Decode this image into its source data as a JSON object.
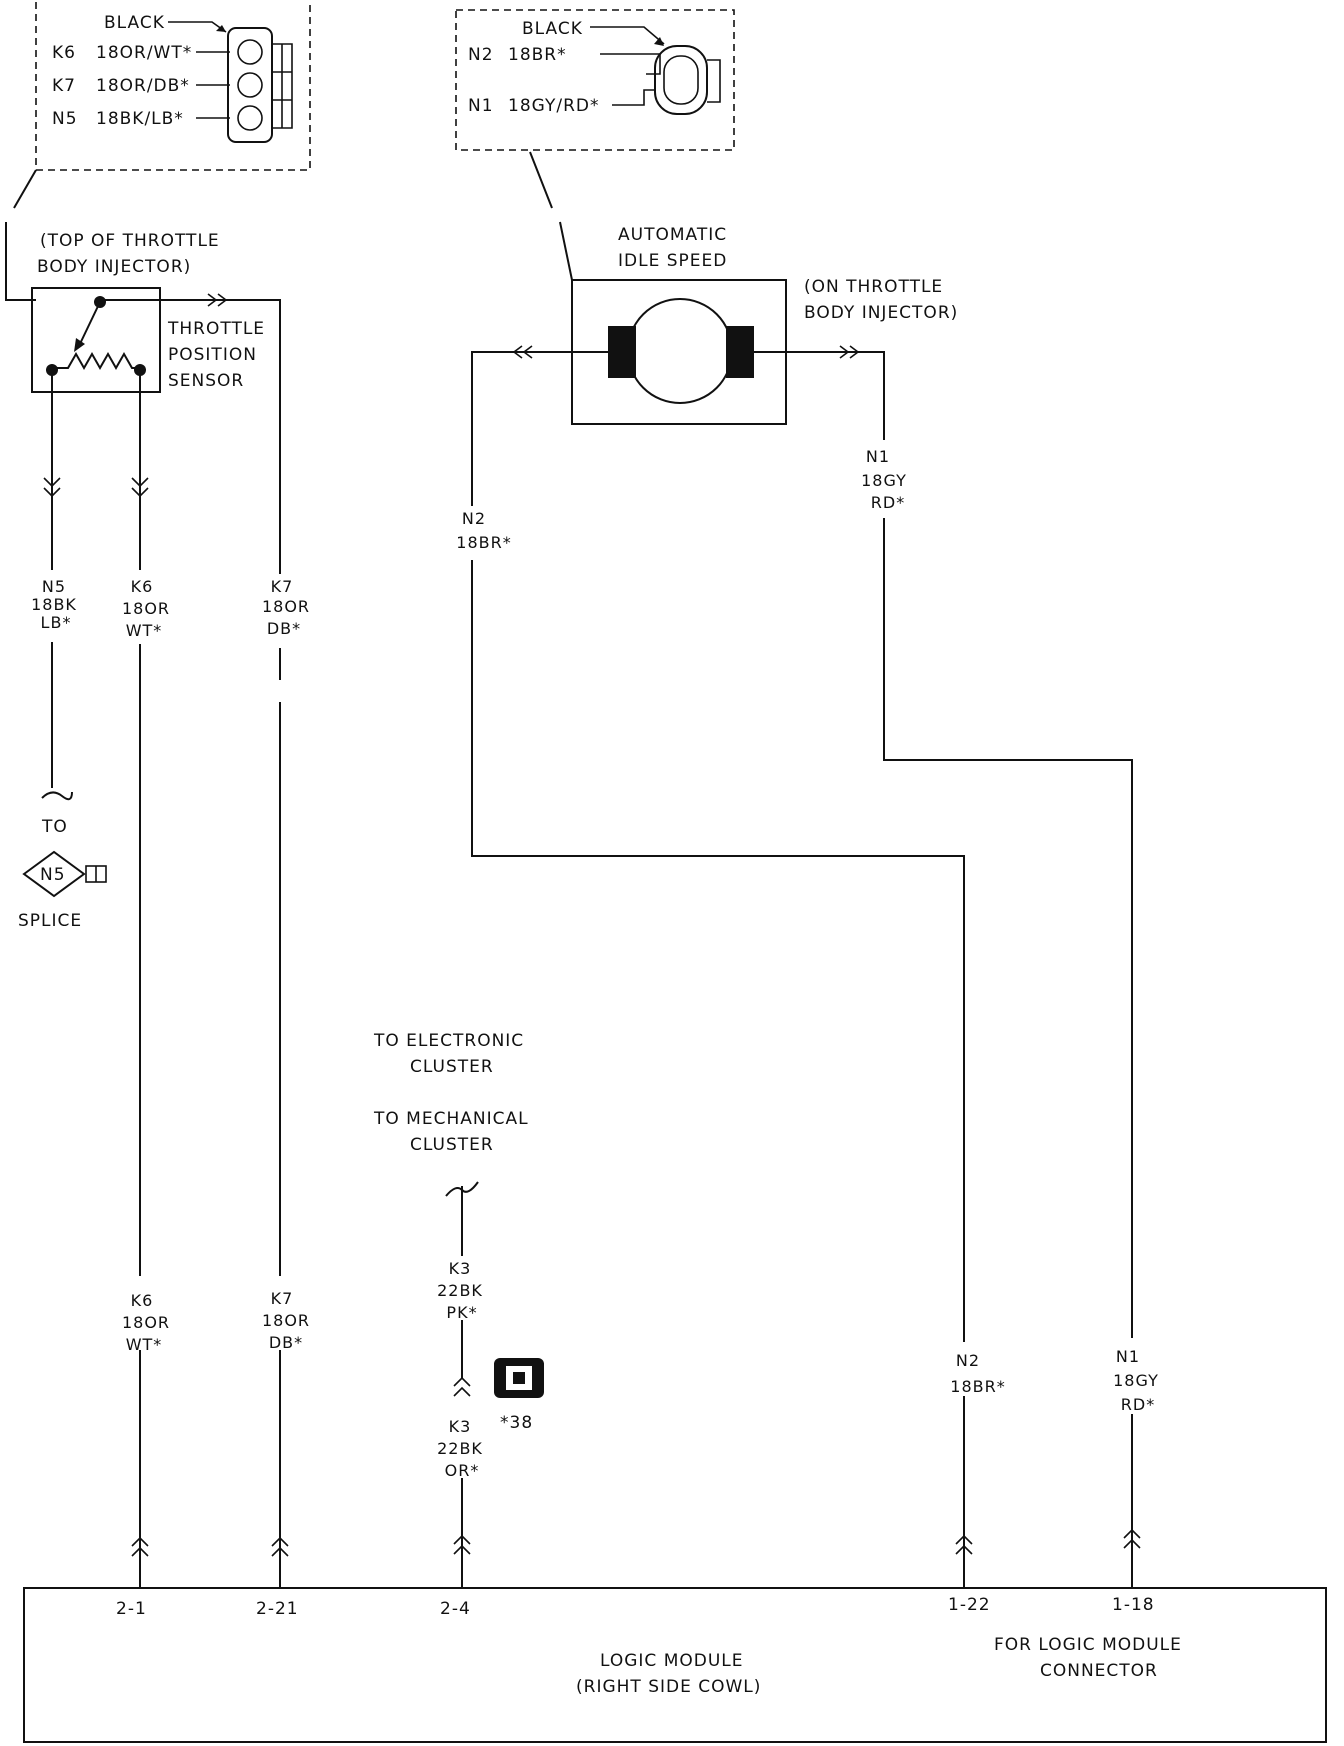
{
  "tps_connector": {
    "color_label": "BLACK",
    "pins": [
      {
        "circuit": "K6",
        "wire": "18OR/WT*"
      },
      {
        "circuit": "K7",
        "wire": "18OR/DB*"
      },
      {
        "circuit": "N5",
        "wire": "18BK/LB*"
      }
    ]
  },
  "ais_connector": {
    "color_label": "BLACK",
    "pins": [
      {
        "circuit": "N2",
        "wire": "18BR*"
      },
      {
        "circuit": "N1",
        "wire": "18GY/RD*"
      }
    ]
  },
  "throttle_position_sensor": {
    "location": [
      "(TOP OF THROTTLE",
      "BODY INJECTOR)"
    ],
    "name": [
      "THROTTLE",
      "POSITION",
      "SENSOR"
    ]
  },
  "automatic_idle_speed": {
    "name": [
      "AUTOMATIC",
      "IDLE SPEED"
    ],
    "location": [
      "(ON THROTTLE",
      "BODY INJECTOR)"
    ]
  },
  "wire_labels": {
    "n5_upper": [
      "N5",
      "18BK",
      "LB*"
    ],
    "k6_upper": [
      "K6",
      "18OR",
      "WT*"
    ],
    "k7_upper": [
      "K7",
      "18OR",
      "DB*"
    ],
    "n2_upper": [
      "N2",
      "18BR*"
    ],
    "n1_upper": [
      "N1",
      "18GY",
      "RD*"
    ],
    "k6_lower": [
      "K6",
      "18OR",
      "WT*"
    ],
    "k7_lower": [
      "K7",
      "18OR",
      "DB*"
    ],
    "k3_upper": [
      "K3",
      "22BK",
      "PK*"
    ],
    "k3_lower": [
      "K3",
      "22BK",
      "OR*"
    ],
    "n2_lower": [
      "N2",
      "18BR*"
    ],
    "n1_lower": [
      "N1",
      "18GY",
      "RD*"
    ]
  },
  "splice": {
    "to": "TO",
    "id": "N5",
    "label": "SPLICE"
  },
  "cluster_notes": [
    "TO ELECTRONIC",
    "CLUSTER",
    "TO MECHANICAL",
    "CLUSTER"
  ],
  "connector_ref": "*38",
  "logic_module": {
    "pins": [
      "2-1",
      "2-21",
      "2-4",
      "1-22",
      "1-18"
    ],
    "name": [
      "LOGIC MODULE",
      "(RIGHT SIDE COWL)"
    ],
    "note": [
      "FOR LOGIC MODULE",
      "CONNECTOR"
    ]
  }
}
